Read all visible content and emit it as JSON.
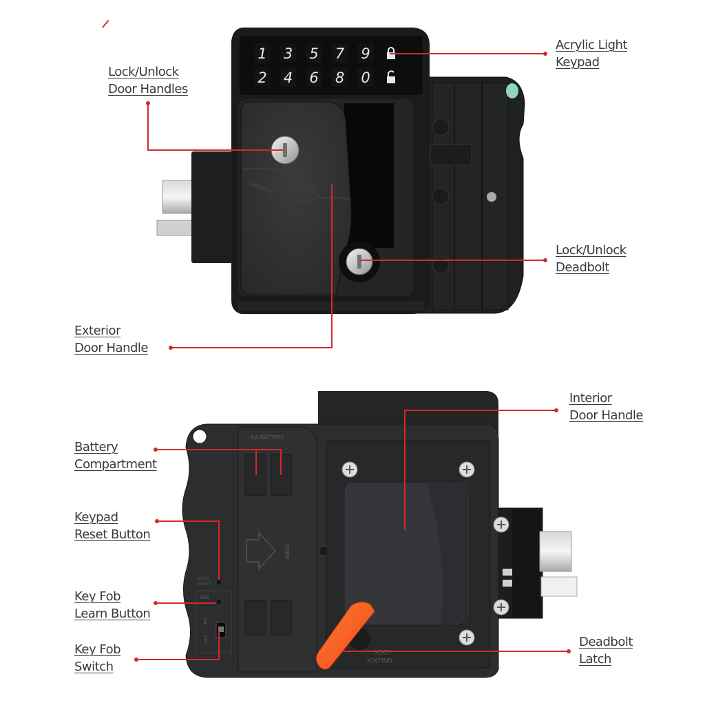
{
  "keypad": {
    "row1": [
      "1",
      "3",
      "5",
      "7",
      "9"
    ],
    "row2": [
      "2",
      "4",
      "6",
      "8",
      "0"
    ],
    "lock_icon": "padlock-closed-icon",
    "unlock_icon": "padlock-open-icon"
  },
  "embossed": {
    "battery": "AA BATTERY",
    "open": "OPEN",
    "lock": "LOCK",
    "unlock": "UNLOCK",
    "reset": "LOCK\nRESET",
    "fob": "FOB",
    "on": "ON",
    "off": "OFF",
    "handle": "HANDLE"
  },
  "callouts": {
    "acrylic_keypad": [
      "Acrylic Light",
      "Keypad"
    ],
    "door_handles": [
      "Lock/Unlock",
      "Door Handles"
    ],
    "deadbolt": [
      "Lock/Unlock",
      "Deadbolt"
    ],
    "exterior_handle": [
      "Exterior",
      "Door Handle"
    ],
    "interior_handle": [
      "Interior",
      "Door Handle"
    ],
    "battery": [
      "Battery",
      "Compartment"
    ],
    "reset_button": [
      "Keypad",
      "Reset Button"
    ],
    "learn_button": [
      "Key Fob",
      "Learn Button"
    ],
    "fob_switch": [
      "Key Fob",
      "Switch"
    ],
    "deadbolt_latch": [
      "Deadbolt",
      "Latch"
    ]
  },
  "colors": {
    "leader": "#d42a2a",
    "body": "#2a2b2c",
    "body_dark": "#161718",
    "latch": "#ff5a1f",
    "metal": "#c9cbcc",
    "key_text": "#e8e8e8",
    "label_text": "#3a3a3a"
  }
}
